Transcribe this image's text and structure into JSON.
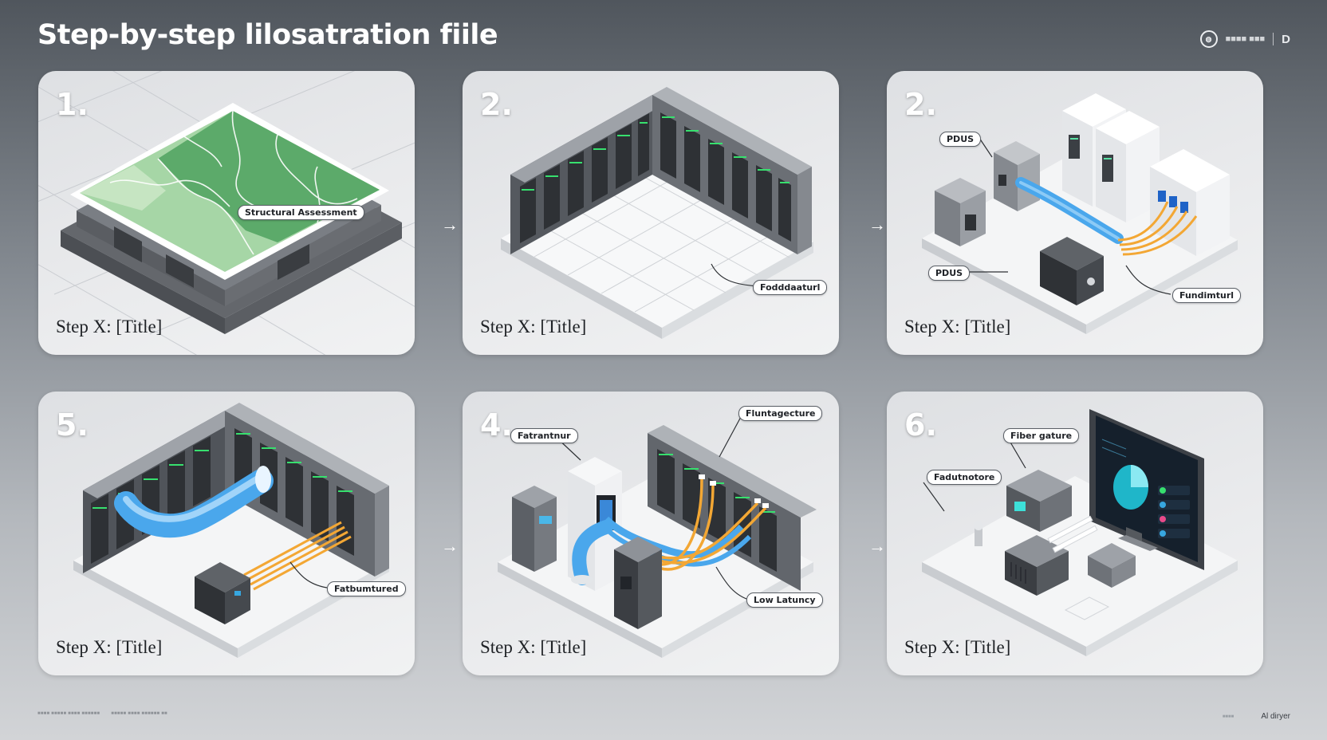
{
  "header": {
    "title": "Step-by-step lilosatration fiile",
    "brand_text": "■■■■ ■■■",
    "logo_icon": "globe-logo-icon",
    "corner_letter": "D"
  },
  "cards": [
    {
      "number": "1.",
      "title": "Step X: [Title]",
      "callouts": [
        "Structural Assessment"
      ]
    },
    {
      "number": "2.",
      "title": "Step X: [Title]",
      "callouts": [
        "Fodddaaturl"
      ]
    },
    {
      "number": "2.",
      "title": "Step X: [Title]",
      "callouts": [
        "PDUS",
        "PDUS",
        "Fundimturl"
      ]
    },
    {
      "number": "5.",
      "title": "Step X: [Title]",
      "callouts": [
        "Fatbumtured"
      ]
    },
    {
      "number": "4.",
      "title": "Step X: [Title]",
      "callouts": [
        "Fatrantnur",
        "Fluntagecture",
        "Low Latuncy"
      ]
    },
    {
      "number": "6.",
      "title": "Step X: [Title]",
      "callouts": [
        "Fiber gature",
        "Fadutnotore"
      ]
    }
  ],
  "arrows": [
    "arrow-right-icon",
    "arrow-right-icon",
    "arrow-right-icon",
    "arrow-right-icon"
  ],
  "footer": {
    "fine_1": "■■■■ ■■■■■ ■■■■ ■■■■■■",
    "fine_2": "■■■■■ ■■■■ ■■■■■■ ■■",
    "mini": "■■■■",
    "credit": "Al diryer"
  },
  "colors": {
    "map_green": "#5caa6a",
    "cable_blue": "#4aa7ec",
    "cable_orange": "#f3a734",
    "rack_gray": "#6f747a",
    "led_green": "#37e06e"
  }
}
